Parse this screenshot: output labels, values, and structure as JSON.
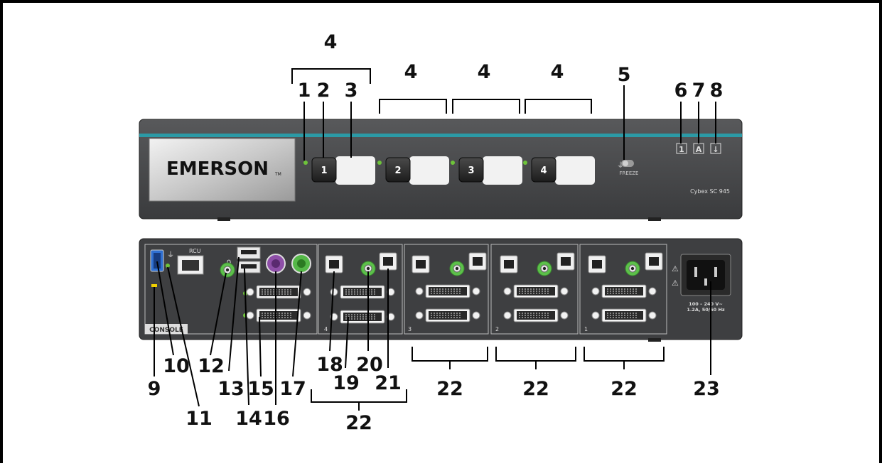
{
  "front_panel": {
    "brand": "EMERSON",
    "trademark": "TM",
    "model": "Cybex SC 945",
    "channel_buttons": [
      "1",
      "2",
      "3",
      "4"
    ],
    "freeze_label": "FREEZE",
    "indicators": [
      "1",
      "A",
      "↓"
    ]
  },
  "rear_panel": {
    "console_label": "CONSOLE",
    "rcu_label": "RCU",
    "port_group_numbers": [
      "4",
      "3",
      "2",
      "1"
    ],
    "power_rating_line1": "100 – 240 V~",
    "power_rating_line2": "1.2A, 50/60 Hz"
  },
  "callouts": {
    "top_group": "4",
    "c1": "1",
    "c2": "2",
    "c3": "3",
    "bracket2": "4",
    "bracket3": "4",
    "bracket4": "4",
    "c5": "5",
    "c6": "6",
    "c7": "7",
    "c8": "8",
    "c9": "9",
    "c10": "10",
    "c11": "11",
    "c12": "12",
    "c13": "13",
    "c14": "14",
    "c15": "15",
    "c16": "16",
    "c17": "17",
    "c18": "18",
    "c19": "19",
    "c20": "20",
    "c21": "21",
    "c22a": "22",
    "c22b": "22",
    "c22c": "22",
    "c22d": "22",
    "c23": "23"
  },
  "colors": {
    "chassis": "#3e3f41",
    "accent_stripe": "#2b9aa6",
    "led_green": "#6ec43a",
    "ps2_keyboard": "#8e4fa8",
    "ps2_mouse": "#55b848",
    "usb_blue": "#2f6fd1",
    "led_yellow": "#f0d000"
  }
}
